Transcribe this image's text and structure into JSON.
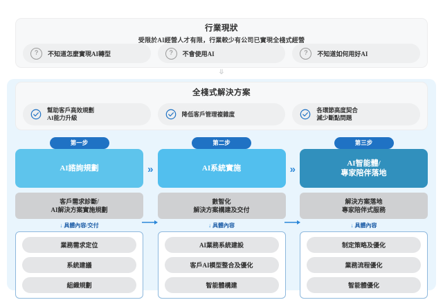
{
  "status": {
    "title": "行業現狀",
    "subtitle": "受限於AI經營人才有限，行業較少有公司已實現全棧式經營",
    "icon": "question-mark-icon",
    "pains": [
      "不知道怎麼實現AI轉型",
      "不會使用AI",
      "不知道如何用好AI"
    ]
  },
  "divider": {
    "icon": "chevron-double-down-icon"
  },
  "solution": {
    "title": "全棧式解決方案",
    "icon": "check-circle-icon",
    "benefits": [
      "幫助客戶高效規劃\nAI能力升級",
      "降低客戶管理複雜度",
      "各環節高度契合\n減少斷點問題"
    ]
  },
  "flow": {
    "separator_icon": "chevron-double-right-icon",
    "next_icon": "arrow-right-icon",
    "down_icon": "arrow-down-icon",
    "steps": [
      {
        "badge": "第一步",
        "title": "AI諮詢規劃",
        "header_color": "#5ec4ec",
        "subtitle": "客戶需求診斷/\nAI解決方案實施規劃",
        "detail_label": "具體內容/交付",
        "items": [
          "業務需求定位",
          "系統建議",
          "組織規劃"
        ]
      },
      {
        "badge": "第二步",
        "title": "AI系統實施",
        "header_color": "#52bfee",
        "subtitle": "數智化\n解決方案構建及交付",
        "detail_label": "具體內容",
        "items": [
          "AI業務系統建設",
          "客戶AI模型整合及優化",
          "智能體構建"
        ]
      },
      {
        "badge": "第三步",
        "title": "AI智能體/\n專家陪伴落地",
        "header_color": "#3190bd",
        "subtitle": "解決方案落地\n專家陪伴式服務",
        "detail_label": "具體內容",
        "items": [
          "制定策略及優化",
          "業務流程優化",
          "智能體優化"
        ]
      }
    ]
  },
  "colors": {
    "accent_blue": "#1f72c4",
    "panel_blue": "#e9f5fd",
    "grey_panel": "#f7f8f9",
    "pill_grey": "#eeeff0",
    "item_grey": "#e4e5e7",
    "sub_grey": "#cfd0d2",
    "box_border": "#8db8dd"
  }
}
